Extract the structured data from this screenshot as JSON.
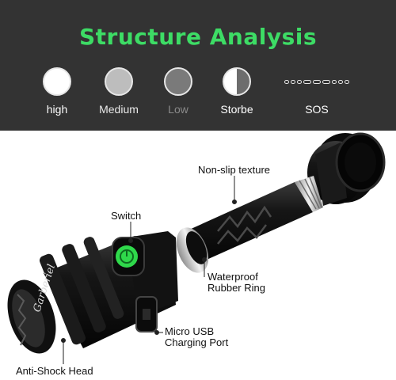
{
  "header": {
    "title": "Structure Analysis",
    "title_color": "#3ddc65",
    "background": "#333333"
  },
  "modes": [
    {
      "label": "high",
      "icon": "full-circle-icon"
    },
    {
      "label": "Medium",
      "icon": "medium-circle-icon"
    },
    {
      "label": "Low",
      "icon": "low-circle-icon"
    },
    {
      "label": "Storbe",
      "icon": "half-circle-icon"
    },
    {
      "label": "SOS",
      "icon": "dotted-line-icon"
    }
  ],
  "product": {
    "brand": "Garberiel",
    "callouts": {
      "nonslip": "Non-slip texture",
      "switch": "Switch",
      "waterproof_line1": "Waterproof",
      "waterproof_line2": "Rubber Ring",
      "usb_line1": "Micro USB",
      "usb_line2": "Charging Port",
      "head": "Anti-Shock Head"
    },
    "switch_color": "#2fd94b"
  }
}
